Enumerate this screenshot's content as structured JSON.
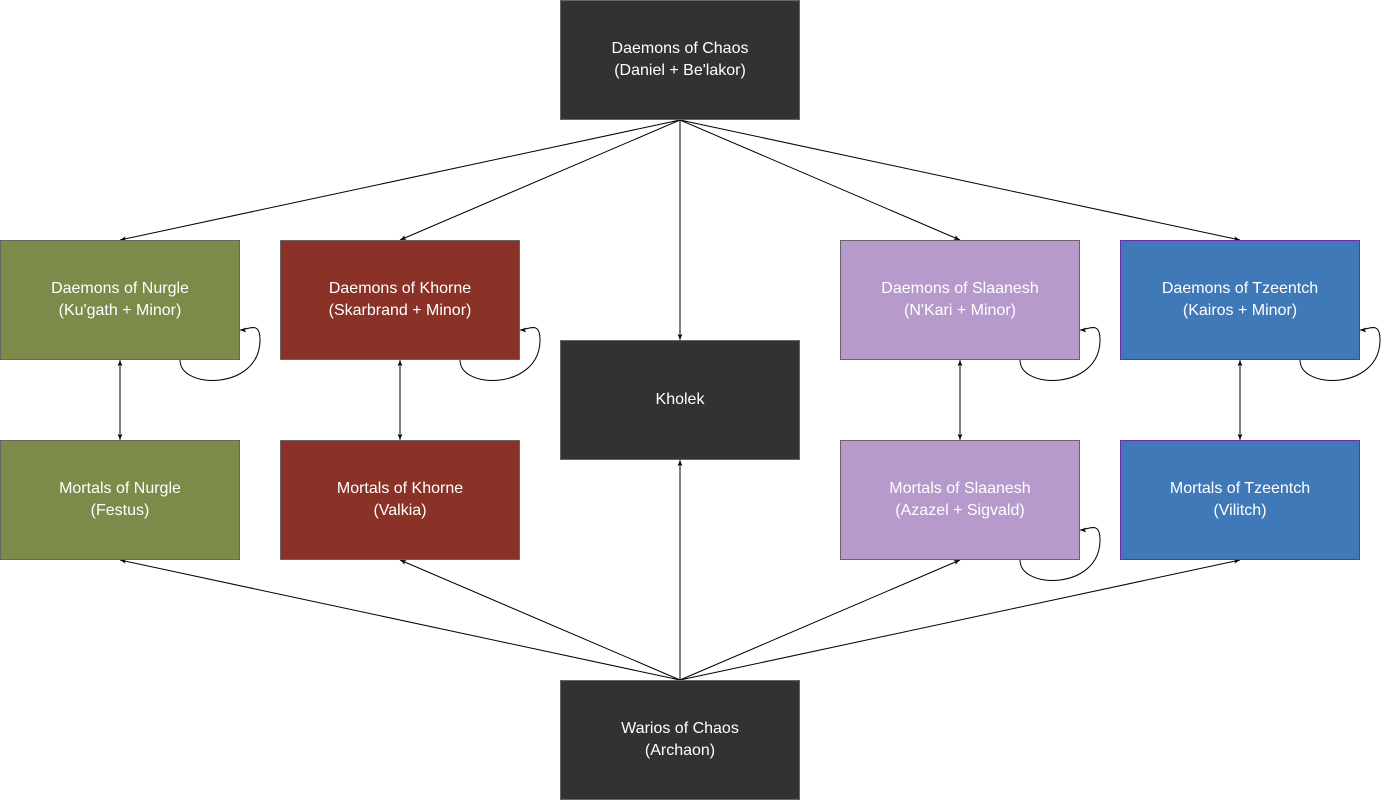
{
  "colors": {
    "dark": "#323232",
    "nurgle": "#7c8a4a",
    "khorne": "#8a3228",
    "slaanesh": "#b59acb",
    "tzeentch": "#4079b8",
    "tzeentch_border": "#6a2ea8",
    "border": "#666666",
    "edge": "#000000"
  },
  "nodes": {
    "chaos": {
      "label": "Daemons of Chaos\n(Daniel + Be'lakor)",
      "color": "#323232"
    },
    "nurgle_daemons": {
      "label": "Daemons of Nurgle\n(Ku'gath + Minor)",
      "color": "#7c8a4a"
    },
    "khorne_daemons": {
      "label": "Daemons of Khorne\n(Skarbrand + Minor)",
      "color": "#8a3228"
    },
    "kholek": {
      "label": "Kholek",
      "color": "#323232"
    },
    "slaanesh_daemons": {
      "label": "Daemons of Slaanesh\n(N'Kari + Minor)",
      "color": "#b59acb"
    },
    "tzeentch_daemons": {
      "label": "Daemons of Tzeentch\n(Kairos + Minor)",
      "color": "#4079b8"
    },
    "nurgle_mortals": {
      "label": "Mortals of Nurgle\n(Festus)",
      "color": "#7c8a4a"
    },
    "khorne_mortals": {
      "label": "Mortals of Khorne\n(Valkia)",
      "color": "#8a3228"
    },
    "slaanesh_mortals": {
      "label": "Mortals of Slaanesh\n(Azazel + Sigvald)",
      "color": "#b59acb"
    },
    "tzeentch_mortals": {
      "label": "Mortals of Tzeentch\n(Vilitch)",
      "color": "#4079b8"
    },
    "warriors": {
      "label": "Warios of Chaos\n(Archaon)",
      "color": "#323232"
    }
  },
  "edges": [
    {
      "from": "chaos",
      "to": "nurgle_daemons",
      "type": "directed"
    },
    {
      "from": "chaos",
      "to": "khorne_daemons",
      "type": "directed"
    },
    {
      "from": "chaos",
      "to": "kholek",
      "type": "directed"
    },
    {
      "from": "chaos",
      "to": "slaanesh_daemons",
      "type": "directed"
    },
    {
      "from": "chaos",
      "to": "tzeentch_daemons",
      "type": "directed"
    },
    {
      "from": "nurgle_daemons",
      "to": "nurgle_mortals",
      "type": "bidirectional"
    },
    {
      "from": "khorne_daemons",
      "to": "khorne_mortals",
      "type": "bidirectional"
    },
    {
      "from": "slaanesh_daemons",
      "to": "slaanesh_mortals",
      "type": "bidirectional"
    },
    {
      "from": "tzeentch_daemons",
      "to": "tzeentch_mortals",
      "type": "bidirectional"
    },
    {
      "from": "warriors",
      "to": "nurgle_mortals",
      "type": "directed"
    },
    {
      "from": "warriors",
      "to": "khorne_mortals",
      "type": "directed"
    },
    {
      "from": "warriors",
      "to": "kholek",
      "type": "directed"
    },
    {
      "from": "warriors",
      "to": "slaanesh_mortals",
      "type": "directed"
    },
    {
      "from": "warriors",
      "to": "tzeentch_mortals",
      "type": "directed"
    },
    {
      "from": "nurgle_daemons",
      "to": "nurgle_daemons",
      "type": "self-loop"
    },
    {
      "from": "khorne_daemons",
      "to": "khorne_daemons",
      "type": "self-loop"
    },
    {
      "from": "slaanesh_daemons",
      "to": "slaanesh_daemons",
      "type": "self-loop"
    },
    {
      "from": "tzeentch_daemons",
      "to": "tzeentch_daemons",
      "type": "self-loop"
    },
    {
      "from": "slaanesh_mortals",
      "to": "slaanesh_mortals",
      "type": "self-loop"
    }
  ]
}
